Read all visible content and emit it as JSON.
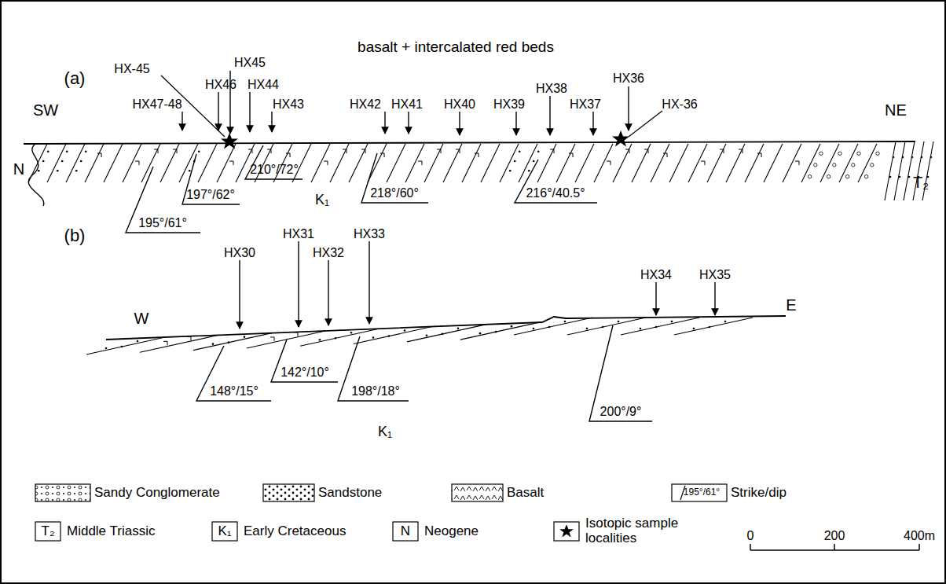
{
  "diagram": {
    "title": "basalt + intercalated red beds",
    "labels": [
      "(a)",
      "SW",
      "NE",
      "HX-45",
      "HX45",
      "HX46",
      "HX44",
      "HX47-48",
      "HX43",
      "HX42",
      "HX41",
      "HX40",
      "HX39",
      "HX38",
      "HX37",
      "HX36",
      "HX-36",
      "N",
      "T₂",
      "195°/61°",
      "197°/62°",
      "210°/72°",
      "K₁",
      "218°/60°",
      "216°/40.5°",
      "(b)",
      "W",
      "HX31",
      "HX33",
      "HX30",
      "HX32",
      "HX34",
      "HX35",
      "E",
      "148°/15°",
      "142°/10°",
      "198°/18°",
      "K₁",
      "200°/9°",
      "195°/61°",
      "T₂",
      "K₁",
      "N",
      "0",
      "200",
      "400m"
    ],
    "legend": [
      {
        "text": "Sandy Conglomerate"
      },
      {
        "text": "Sandstone"
      },
      {
        "text": "Basalt"
      },
      {
        "text": "Strike/dip"
      },
      {
        "text": "Middle Triassic"
      },
      {
        "text": "Early Cretaceous"
      },
      {
        "text": "Neogene"
      },
      {
        "text": "Isotopic sample localities"
      }
    ]
  }
}
